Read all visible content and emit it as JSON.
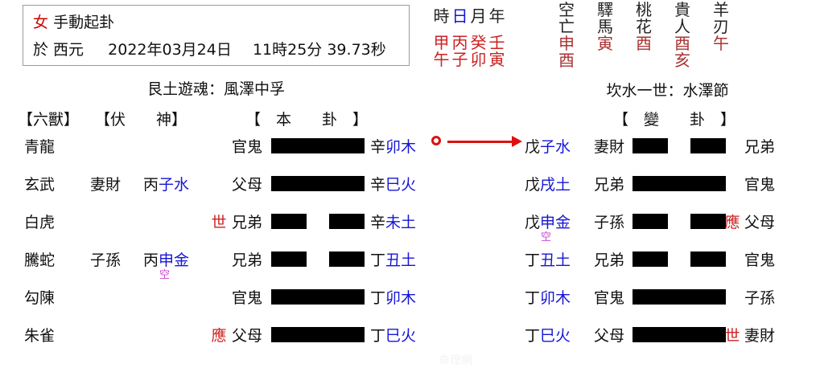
{
  "header": {
    "gender": "女",
    "method": "手動起卦",
    "prefix": "於 西元",
    "date": "2022年03月24日",
    "time": "11時25分 39.73秒"
  },
  "pillars": {
    "labels": [
      "時",
      "日",
      "月",
      "年"
    ],
    "label_colors": [
      "#222222",
      "#1515d6",
      "#222222",
      "#222222"
    ],
    "stems": [
      "甲",
      "丙",
      "癸",
      "壬"
    ],
    "branches": [
      "午",
      "子",
      "卯",
      "寅"
    ]
  },
  "shensha": {
    "names_top": [
      "空",
      "驛",
      "桃",
      "貴",
      "羊"
    ],
    "names_bottom": [
      "亡",
      "馬",
      "花",
      "人",
      "刃"
    ],
    "values_top": [
      "申",
      "寅",
      "酉",
      "酉",
      "午"
    ],
    "values_bottom": [
      "酉",
      "",
      "",
      "亥",
      ""
    ]
  },
  "hexagram_titles": {
    "left": "艮土遊魂：風澤中孚",
    "right": "坎水一世：水澤節"
  },
  "column_headers": {
    "beasts": "【六獸】",
    "fushen": "【伏　　神】",
    "benhua": "【　本　　卦　】",
    "bianhua": "【　變　　卦　】"
  },
  "rows": [
    {
      "beast": "青龍",
      "fu_relation": "",
      "fu_stem_black": "",
      "fu_stem_blue": "",
      "fu_kong": "",
      "shiying_left": "",
      "rel_left": "官鬼",
      "yao_left": "yang",
      "stem_left_black": "辛",
      "stem_left_blue": "卯木",
      "changing": true,
      "stem_right_black": "戊",
      "stem_right_blue": "子水",
      "rel_right": "妻財",
      "yao_right": "yin",
      "shiying_right": "",
      "rel_right2": "兄弟",
      "kong_right": ""
    },
    {
      "beast": "玄武",
      "fu_relation": "妻財",
      "fu_stem_black": "丙",
      "fu_stem_blue": "子水",
      "fu_kong": "",
      "shiying_left": "",
      "rel_left": "父母",
      "yao_left": "yang",
      "stem_left_black": "辛",
      "stem_left_blue": "巳火",
      "changing": false,
      "stem_right_black": "戊",
      "stem_right_blue": "戌土",
      "rel_right": "兄弟",
      "yao_right": "yang",
      "shiying_right": "",
      "rel_right2": "官鬼",
      "kong_right": ""
    },
    {
      "beast": "白虎",
      "fu_relation": "",
      "fu_stem_black": "",
      "fu_stem_blue": "",
      "fu_kong": "",
      "shiying_left": "世",
      "rel_left": "兄弟",
      "yao_left": "yin",
      "stem_left_black": "辛",
      "stem_left_blue": "未土",
      "changing": false,
      "stem_right_black": "戊",
      "stem_right_blue": "申金",
      "rel_right": "子孫",
      "yao_right": "yin",
      "shiying_right": "應",
      "rel_right2": "父母",
      "kong_right": "空"
    },
    {
      "beast": "騰蛇",
      "fu_relation": "子孫",
      "fu_stem_black": "丙",
      "fu_stem_blue": "申金",
      "fu_kong": "空",
      "shiying_left": "",
      "rel_left": "兄弟",
      "yao_left": "yin",
      "stem_left_black": "丁",
      "stem_left_blue": "丑土",
      "changing": false,
      "stem_right_black": "丁",
      "stem_right_blue": "丑土",
      "rel_right": "兄弟",
      "yao_right": "yin",
      "shiying_right": "",
      "rel_right2": "官鬼",
      "kong_right": ""
    },
    {
      "beast": "勾陳",
      "fu_relation": "",
      "fu_stem_black": "",
      "fu_stem_blue": "",
      "fu_kong": "",
      "shiying_left": "",
      "rel_left": "官鬼",
      "yao_left": "yang",
      "stem_left_black": "丁",
      "stem_left_blue": "卯木",
      "changing": false,
      "stem_right_black": "丁",
      "stem_right_blue": "卯木",
      "rel_right": "官鬼",
      "yao_right": "yang",
      "shiying_right": "",
      "rel_right2": "子孫",
      "kong_right": ""
    },
    {
      "beast": "朱雀",
      "fu_relation": "",
      "fu_stem_black": "",
      "fu_stem_blue": "",
      "fu_kong": "",
      "shiying_left": "應",
      "rel_left": "父母",
      "yao_left": "yang",
      "stem_left_black": "丁",
      "stem_left_blue": "巳火",
      "changing": false,
      "stem_right_black": "丁",
      "stem_right_blue": "巳火",
      "rel_right": "父母",
      "yao_right": "yang",
      "shiying_right": "世",
      "rel_right2": "妻財",
      "kong_right": ""
    }
  ],
  "watermark": "命理網",
  "colors": {
    "red": "#cc0000",
    "blue": "#1515d6",
    "branch_red": "#aa3333",
    "kong_purple": "#cc44cc",
    "arrow_red": "#dd1111"
  }
}
